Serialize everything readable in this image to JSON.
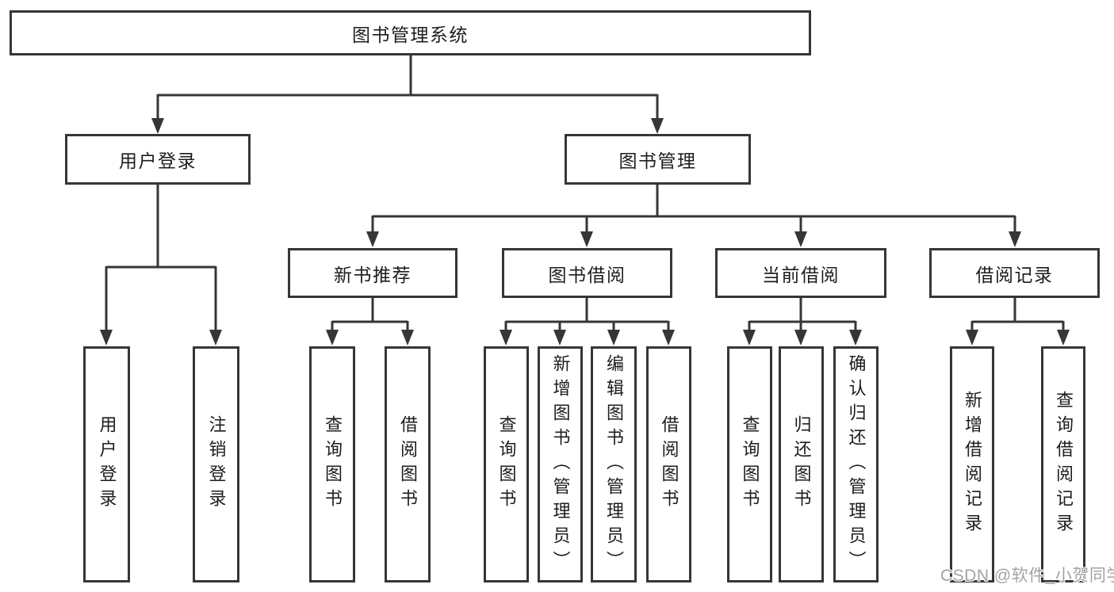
{
  "colors": {
    "line": "#363636",
    "text": "#1d1d1d",
    "background": "#ffffff",
    "watermark": "#a3a3a3"
  },
  "diagram": {
    "root": {
      "label": "图书管理系统"
    },
    "branches": {
      "user_login": {
        "label": "用户登录",
        "children": {
          "login": {
            "label": "用户登录"
          },
          "logout": {
            "label": "注销登录"
          }
        }
      },
      "book_mgmt": {
        "label": "图书管理",
        "children": {
          "new_book_rec": {
            "label": "新书推荐",
            "children": {
              "query": {
                "label": "查询图书"
              },
              "borrow": {
                "label": "借阅图书"
              }
            }
          },
          "book_borrow": {
            "label": "图书借阅",
            "children": {
              "query": {
                "label": "查询图书"
              },
              "add": {
                "label": "新增图书（管理员）"
              },
              "edit": {
                "label": "编辑图书（管理员）"
              },
              "borrow": {
                "label": "借阅图书"
              }
            }
          },
          "current_borrow": {
            "label": "当前借阅",
            "children": {
              "query": {
                "label": "查询图书"
              },
              "return": {
                "label": "归还图书"
              },
              "confirm": {
                "label": "确认归还（管理员）"
              }
            }
          },
          "borrow_record": {
            "label": "借阅记录",
            "children": {
              "add": {
                "label": "新增借阅记录"
              },
              "query": {
                "label": "查询借阅记录"
              }
            }
          }
        }
      }
    }
  },
  "watermark": {
    "text": "CSDN @软件_小贺同学"
  }
}
